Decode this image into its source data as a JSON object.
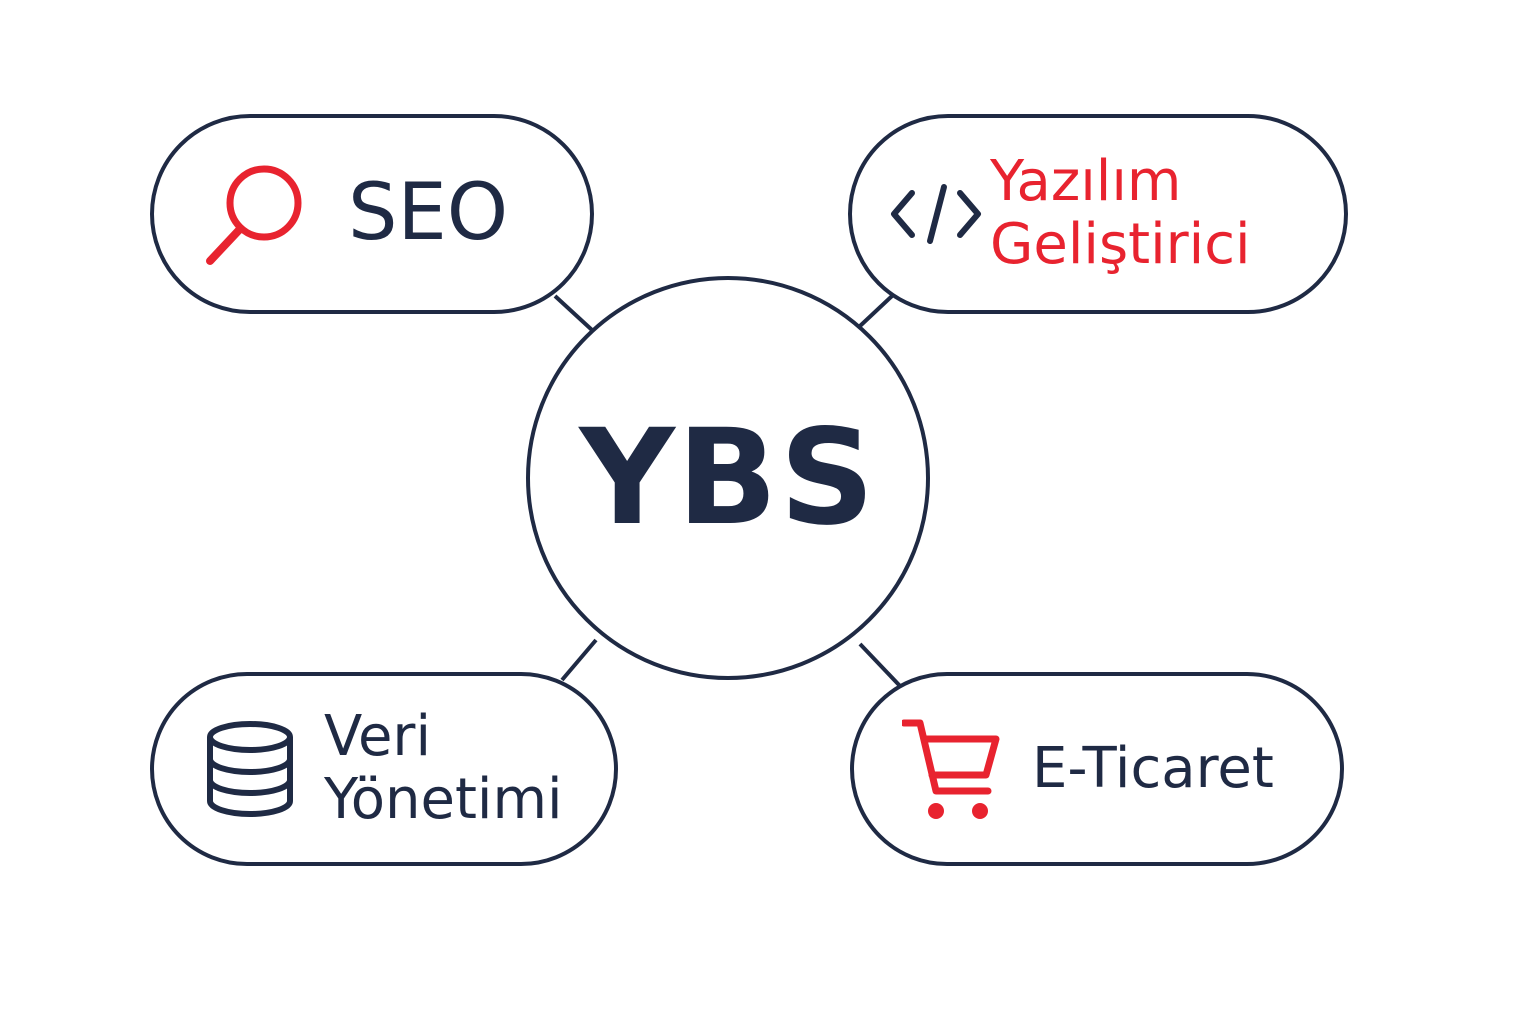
{
  "colors": {
    "outline": "#1f2a44",
    "text_dark": "#1f2a44",
    "accent_red": "#e8232f",
    "background": "#ffffff"
  },
  "hub": {
    "label": "YBS"
  },
  "nodes": {
    "seo": {
      "label": "SEO",
      "icon": "search-icon",
      "label_color": "#1f2a44",
      "icon_color": "#e8232f"
    },
    "dev": {
      "label": "Yazılım\nGeliştirici",
      "icon": "code-icon",
      "label_color": "#e8232f",
      "icon_color": "#1f2a44"
    },
    "data": {
      "label": "Veri\nYönetimi",
      "icon": "database-icon",
      "label_color": "#1f2a44",
      "icon_color": "#1f2a44"
    },
    "ecom": {
      "label": "E-Ticaret",
      "icon": "shopping-cart-icon",
      "label_color": "#1f2a44",
      "icon_color": "#e8232f"
    }
  }
}
